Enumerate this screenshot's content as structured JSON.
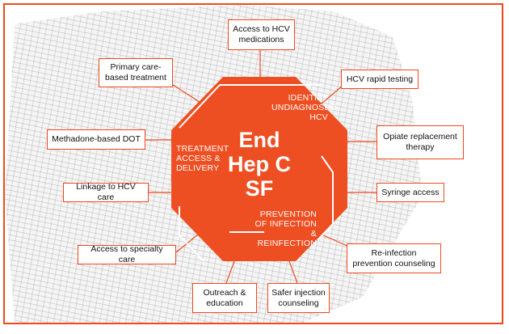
{
  "colors": {
    "accent": "#ee4a1e"
  },
  "center": {
    "line1": "End",
    "line2": "Hep C",
    "line3": "SF"
  },
  "pillars": {
    "identify": [
      "IDENTIFY",
      "UNDIAGNOSED",
      "HCV"
    ],
    "treatment": [
      "TREATMENT",
      "ACCESS &",
      "DELIVERY"
    ],
    "prevention": [
      "PREVENTION",
      "OF INFECTION",
      "& REINFECTION"
    ]
  },
  "boxes": {
    "medications": "Access to HCV medications",
    "primary_care": "Primary care-based treatment",
    "rapid_testing": "HCV rapid testing",
    "methadone": "Methadone-based DOT",
    "opiate": "Opiate replacement therapy",
    "linkage": "Linkage to HCV care",
    "syringe": "Syringe access",
    "specialty": "Access to specialty care",
    "reinfection": "Re-infection prevention counseling",
    "outreach": "Outreach & education",
    "safer_injection": "Safer injection counseling"
  }
}
